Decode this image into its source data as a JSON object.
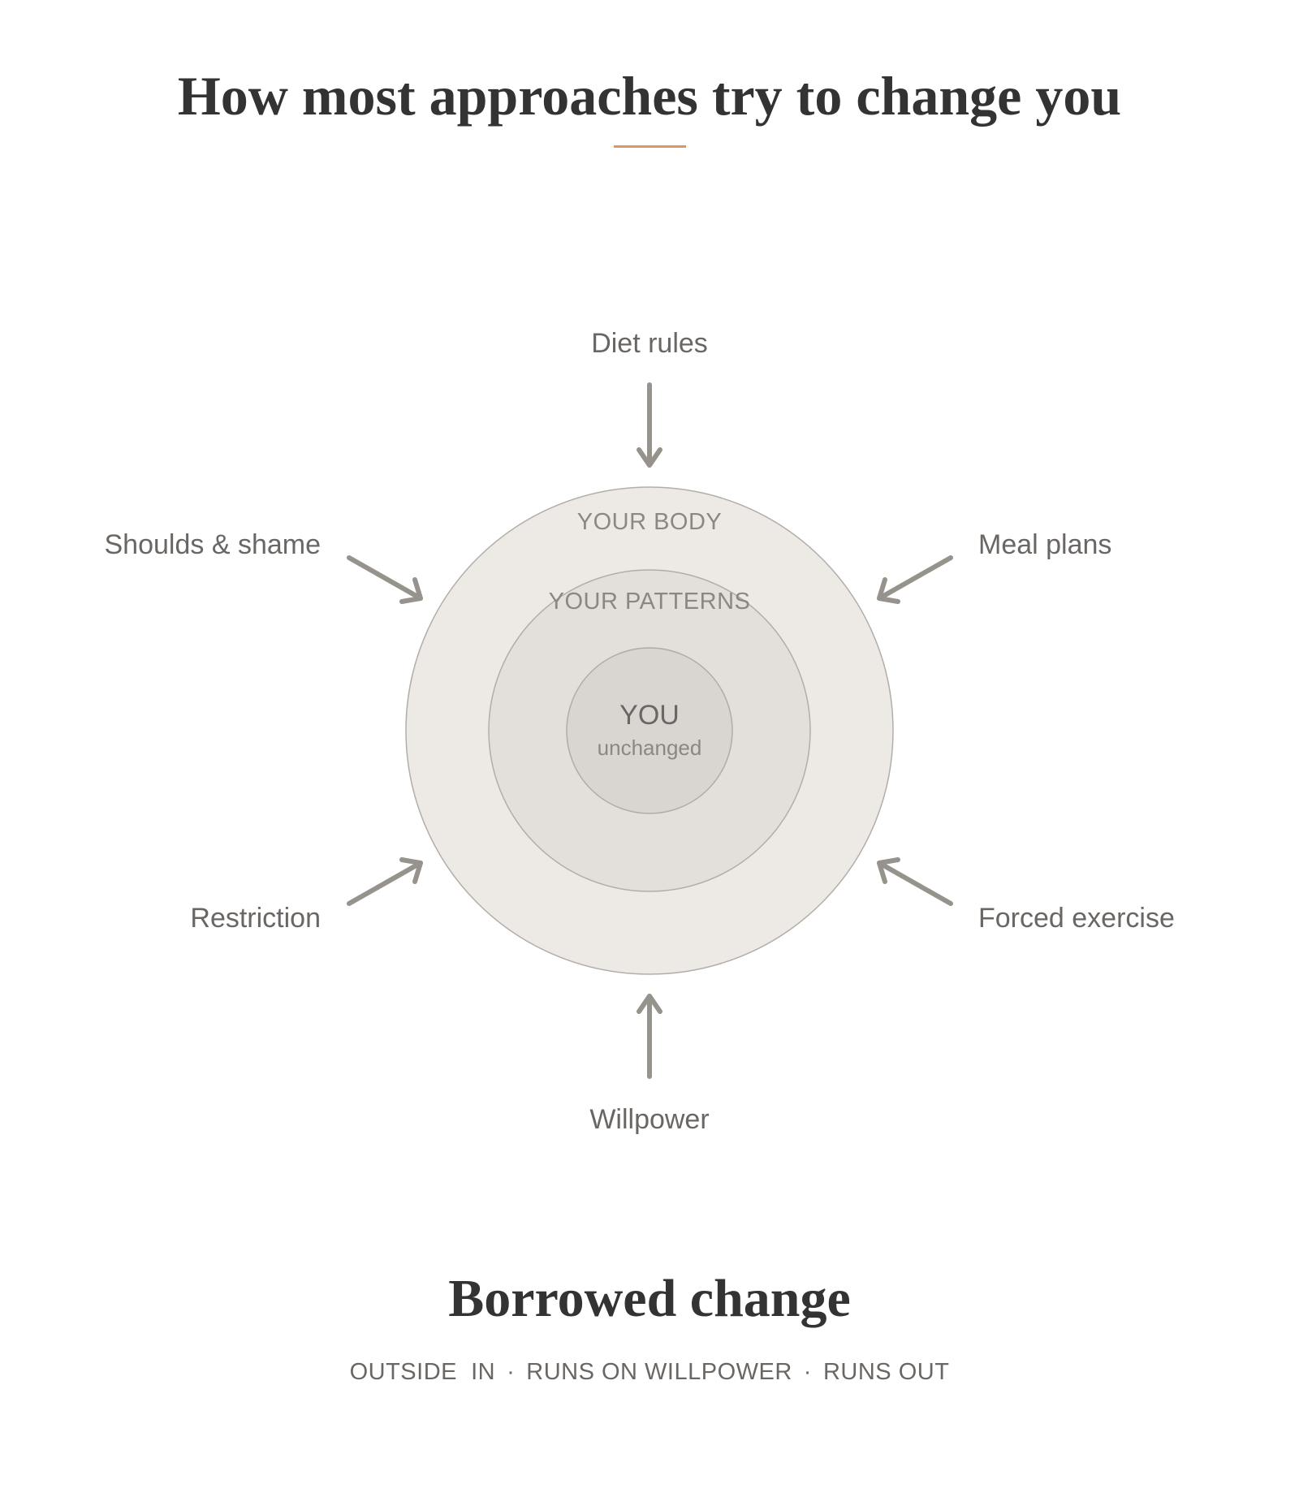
{
  "title": "How most approaches try to change you",
  "colors": {
    "title_text": "#333333",
    "accent_rule": "#d79866",
    "label_text": "#6a6663",
    "ring_label_text": "#8c8782",
    "arrow": "#96928c",
    "ring_outer_fill": "#edeae6",
    "ring_middle_fill": "#e3dfdb",
    "ring_inner_fill": "#d9d5d1",
    "ring_stroke": "#b2ada8"
  },
  "rings": {
    "outer": "YOUR BODY",
    "middle": "YOUR PATTERNS",
    "core": "YOU",
    "core_sub": "unchanged"
  },
  "forces": [
    {
      "id": "top",
      "label": "Diet rules"
    },
    {
      "id": "upper-right",
      "label": "Meal plans"
    },
    {
      "id": "lower-right",
      "label": "Forced exercise"
    },
    {
      "id": "bottom",
      "label": "Willpower"
    },
    {
      "id": "lower-left",
      "label": "Restriction"
    },
    {
      "id": "upper-left",
      "label": "Shoulds & shame"
    }
  ],
  "footer": {
    "title": "Borrowed change",
    "tagline": [
      "OUTSIDE  IN",
      "RUNS ON WILLPOWER",
      "RUNS OUT"
    ],
    "separator": "·"
  }
}
